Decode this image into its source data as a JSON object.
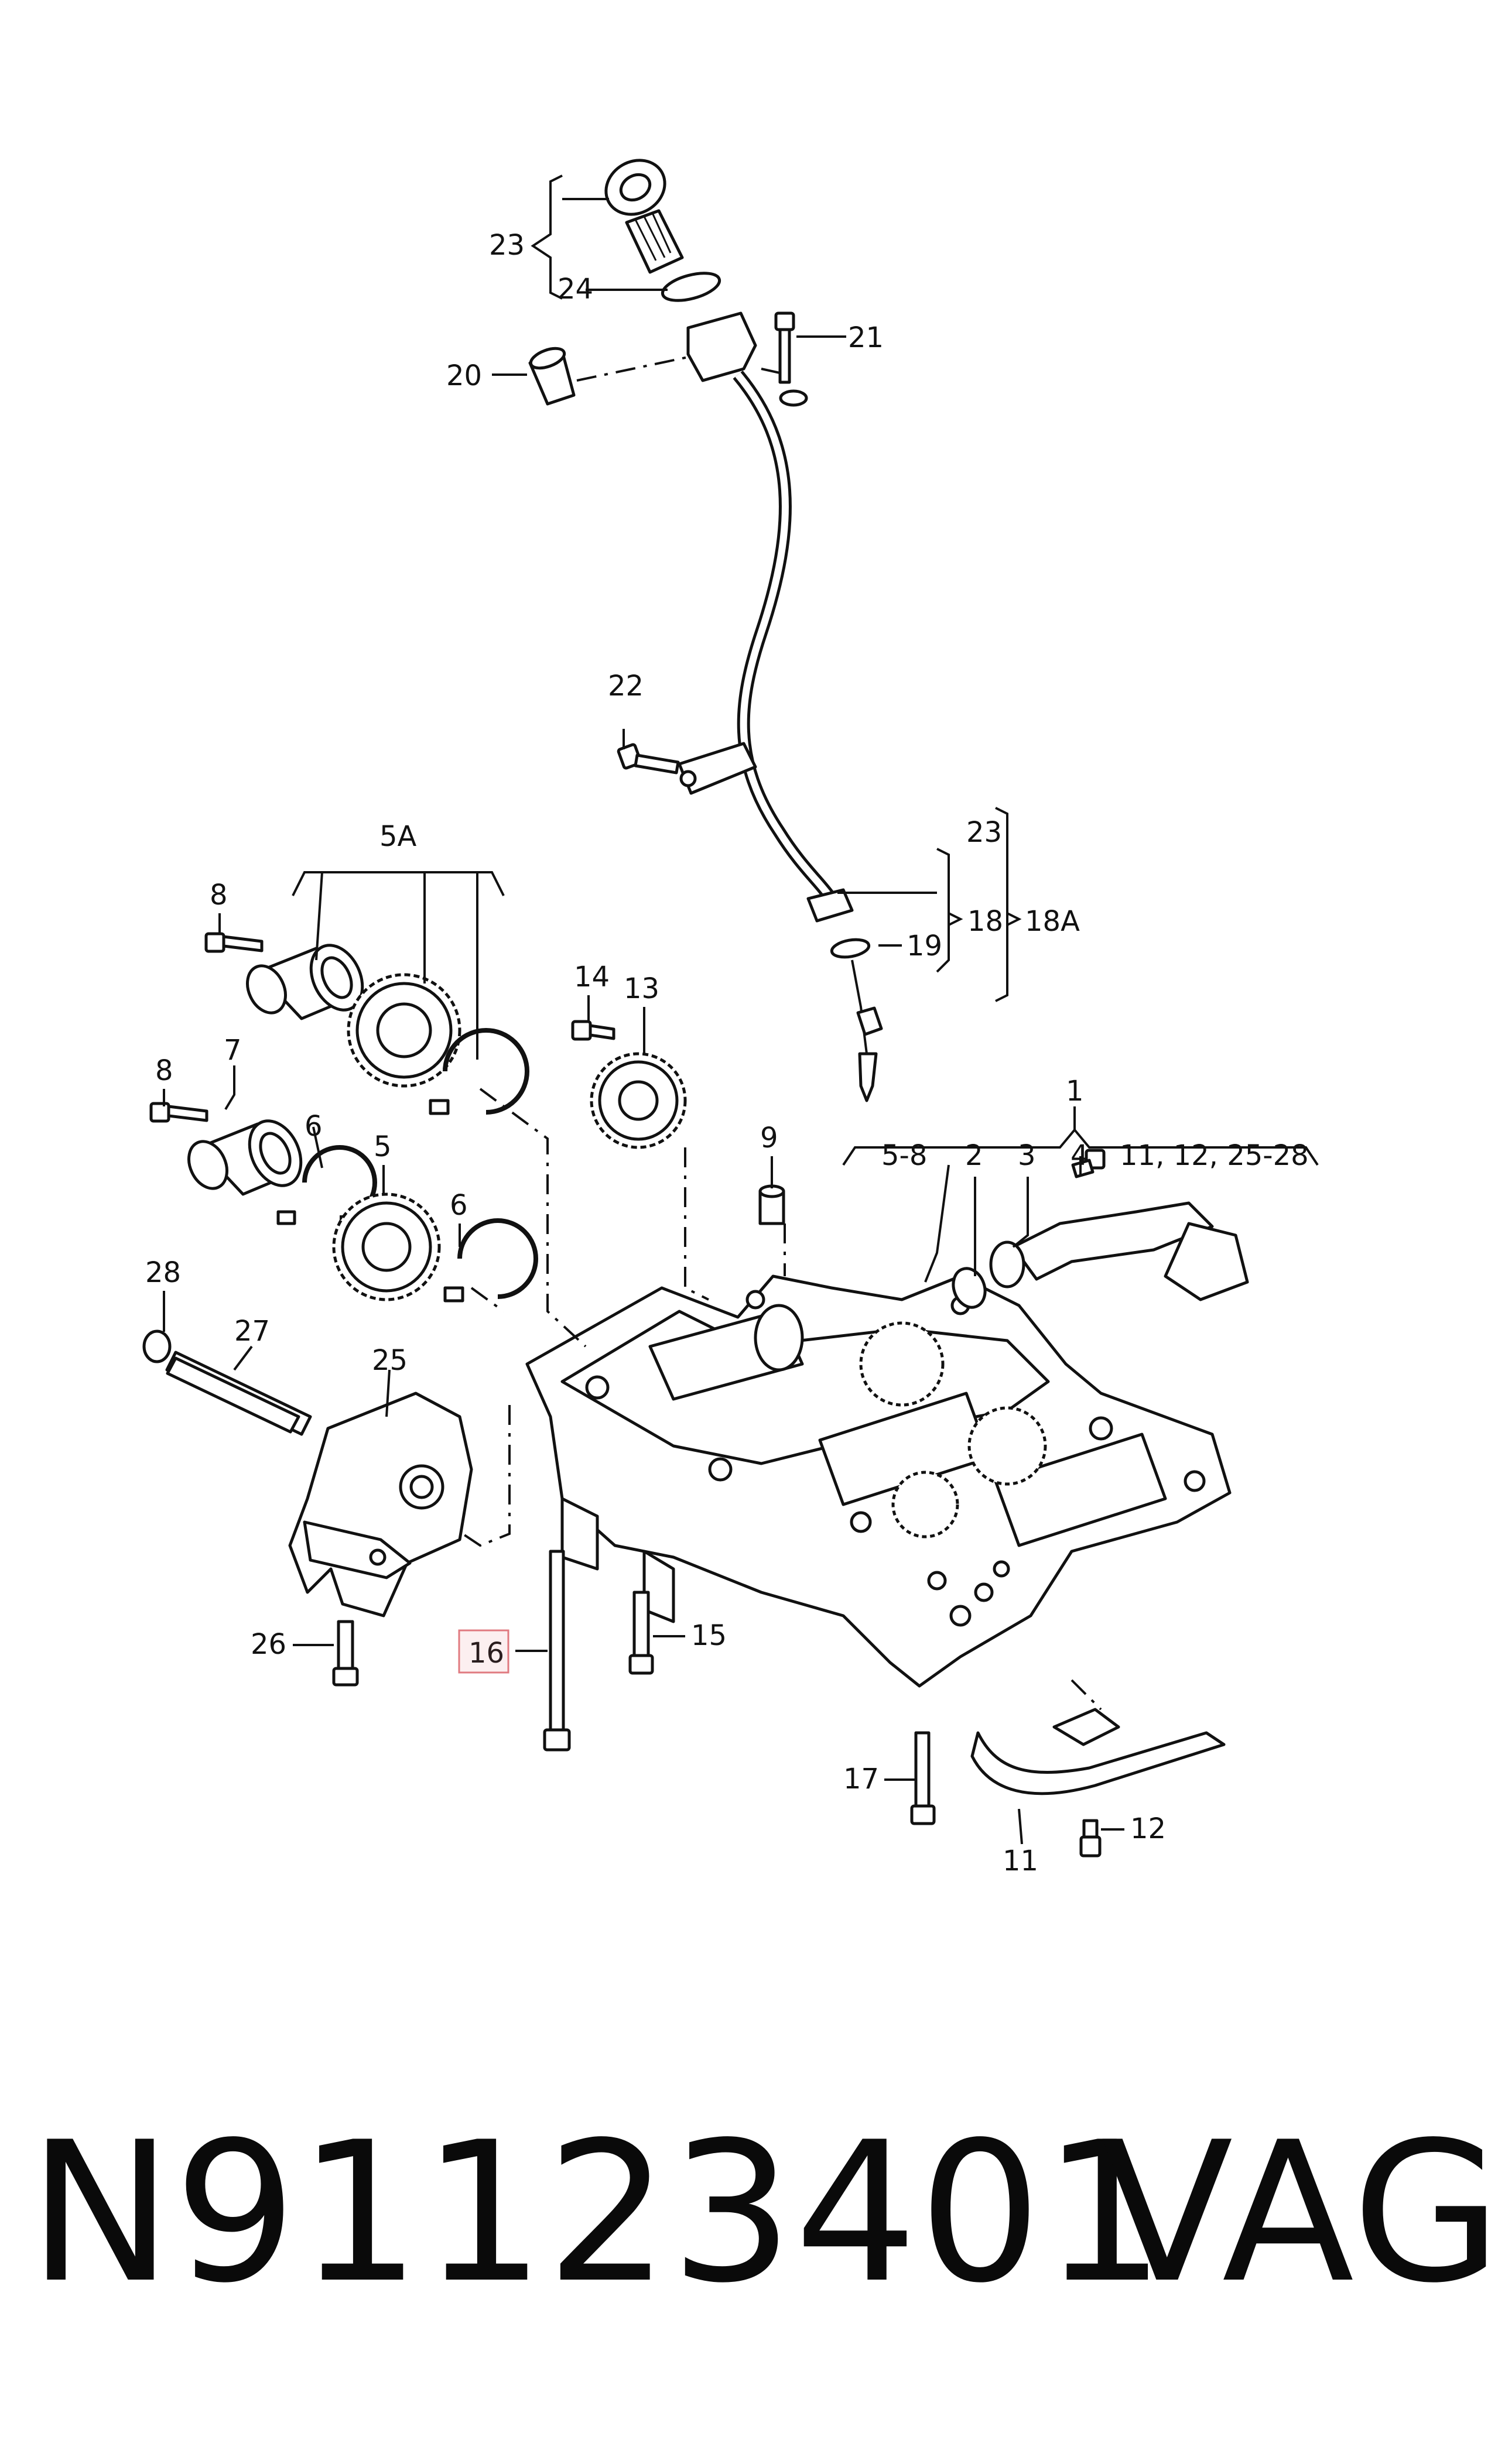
{
  "diagram": {
    "callouts": {
      "c1": "1",
      "c2": "2",
      "c3": "3",
      "c4": "4",
      "c5": "5",
      "c5A": "5A",
      "c6a": "6",
      "c6b": "6",
      "c7": "7",
      "c8a": "8",
      "c8b": "8",
      "c9": "9",
      "c11": "11",
      "c12": "12",
      "c13": "13",
      "c14": "14",
      "c15": "15",
      "c16": "16",
      "c17": "17",
      "c18": "18",
      "c18A": "18A",
      "c19": "19",
      "c20": "20",
      "c21": "21",
      "c22": "22",
      "c23a": "23",
      "c23b": "23",
      "c24": "24",
      "c25": "25",
      "c26": "26",
      "c27": "27",
      "c28": "28",
      "sub_5_8": "5-8",
      "sub_2": "2",
      "sub_3": "3",
      "sub_4": "4",
      "sub_11_12": "11, 12, 25-28"
    },
    "highlighted_callout": "16",
    "highlight_color": "#e07a80"
  },
  "caption": {
    "part_number": "N91123401",
    "brand": "VAG"
  }
}
